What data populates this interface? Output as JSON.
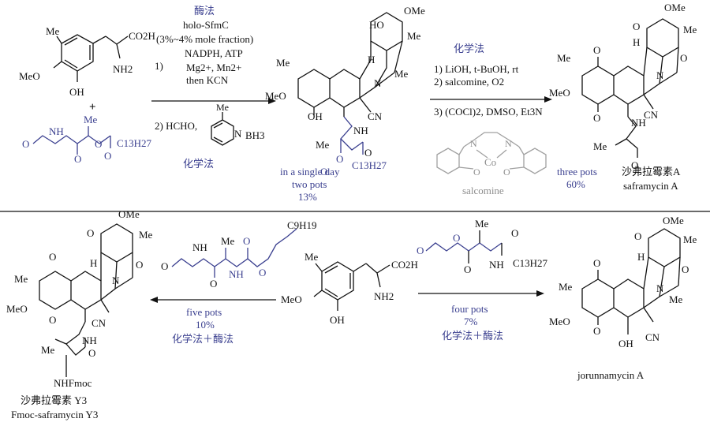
{
  "colors": {
    "text": "#111111",
    "accent_blue": "#3a3f8f",
    "salcomine_gray": "#8d8d8d"
  },
  "step1": {
    "enzyme_method": "酶法",
    "enzyme": "holo-SfmC",
    "fraction": "(3%~4% mole fraction)",
    "cofactors": "NADPH, ATP",
    "ions": "Mg2+, Mn2+",
    "then": "then KCN",
    "num1": "1)",
    "num2": "2) HCHO,",
    "bh3": "BH3",
    "chem_method": "化学法"
  },
  "intermediate": {
    "line1": "in a single day",
    "line2": "two pots",
    "yield": "13%"
  },
  "step2": {
    "chem_method": "化学法",
    "r1": "1) LiOH, t-BuOH, rt",
    "r2": "2) salcomine, O2",
    "r3": "3) (COCl)2, DMSO, Et3N",
    "salcomine_label": "salcomine"
  },
  "saframycin_a": {
    "pots": "three pots",
    "yield": "60%",
    "name_cn": "沙弗拉霉素A",
    "name_en": "saframycin A"
  },
  "left_route": {
    "pots": "five pots",
    "yield": "10%",
    "method": "化学法＋酶法"
  },
  "right_route": {
    "pots": "four pots",
    "yield": "7%",
    "method": "化学法＋酶法"
  },
  "y3": {
    "name_cn": "沙弗拉霉素  Y3",
    "name_en": "Fmoc-saframycin Y3"
  },
  "jorunnamycin": {
    "name": "jorunnamycin A"
  },
  "labels": {
    "OMe": "OMe",
    "MeO": "MeO",
    "Me": "Me",
    "OH": "OH",
    "HO": "HO",
    "H": "H",
    "N": "N",
    "CN": "CN",
    "NH": "NH",
    "NH2": "NH2",
    "CO2H": "CO2H",
    "O": "O",
    "C13H27": "C13H27",
    "C9H19": "C9H19",
    "NHFmoc": "NHFmoc",
    "Co": "Co",
    "plus": "+"
  }
}
